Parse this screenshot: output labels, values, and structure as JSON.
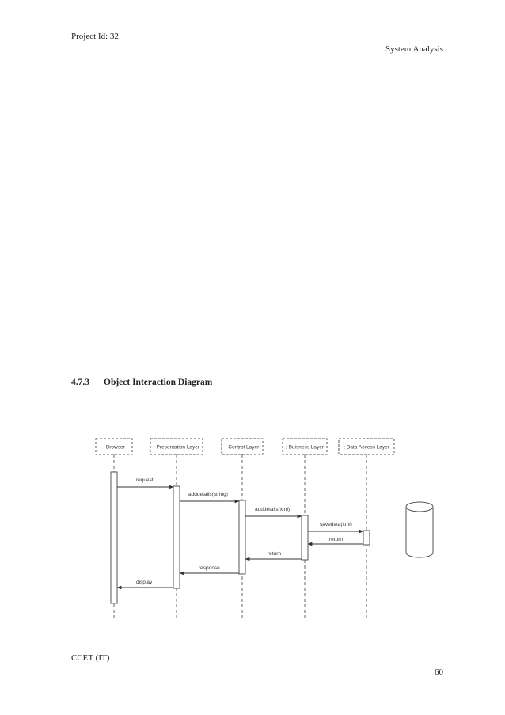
{
  "header": {
    "project_id": "Project Id: 32",
    "section_title": "System Analysis"
  },
  "section": {
    "number": "4.7.3",
    "title": "Object Interaction Diagram"
  },
  "diagram": {
    "lifelines": [
      {
        "id": "browser",
        "label": ": Browser"
      },
      {
        "id": "presentation",
        "label": ": Presentation Layer"
      },
      {
        "id": "control",
        "label": ": Control Layer"
      },
      {
        "id": "business",
        "label": ": Buisness Layer"
      },
      {
        "id": "dataaccess",
        "label": ": Data Access Layer"
      }
    ],
    "messages": [
      {
        "label": "request",
        "from": "browser",
        "to": "presentation",
        "kind": "call"
      },
      {
        "label": "adddetails(string)",
        "from": "presentation",
        "to": "control",
        "kind": "call"
      },
      {
        "label": "adddetails(xml)",
        "from": "control",
        "to": "business",
        "kind": "call"
      },
      {
        "label": "savedata(xml)",
        "from": "business",
        "to": "dataaccess",
        "kind": "call"
      },
      {
        "label": "return",
        "from": "dataaccess",
        "to": "business",
        "kind": "return"
      },
      {
        "label": "return",
        "from": "business",
        "to": "control",
        "kind": "return"
      },
      {
        "label": "response",
        "from": "control",
        "to": "presentation",
        "kind": "return"
      },
      {
        "label": "display",
        "from": "presentation",
        "to": "browser",
        "kind": "return"
      }
    ]
  },
  "footer": {
    "org": "CCET (IT)",
    "page_number": "60"
  }
}
